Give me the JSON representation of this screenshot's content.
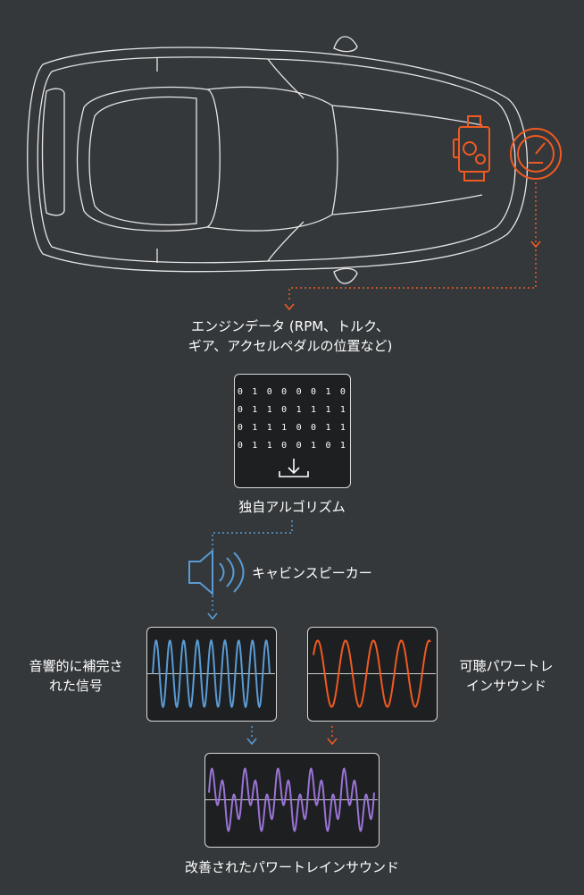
{
  "colors": {
    "background": "#34383b",
    "panel": "#1d1f21",
    "orange": "#f05a22",
    "blue": "#5a9bd4",
    "purple": "#9a74d6",
    "line": "#e6e6e6"
  },
  "icons": {
    "engine": "engine-icon",
    "gauge": "speedometer-icon",
    "speaker": "speaker-icon",
    "download": "download-arrow-icon"
  },
  "labels": {
    "engine_data_line1": "エンジンデータ (RPM、トルク、",
    "engine_data_line2": "ギア、アクセルペダルの位置など)",
    "algorithm": "独自アルゴリズム",
    "speaker": "キャビンスピーカー",
    "acoustic_line1": "音響的に補完さ",
    "acoustic_line2": "れた信号",
    "audible_line1": "可聴パワートレ",
    "audible_line2": "インサウンド",
    "improved": "改善されたパワートレインサウンド"
  },
  "binary_rows": [
    "0 1 0 0 0 0 1 0",
    "0 1 1 0 1 1 1 1",
    "0 1 1 1 0 0 1 1",
    "0 1 1 0 0 1 0 1"
  ]
}
